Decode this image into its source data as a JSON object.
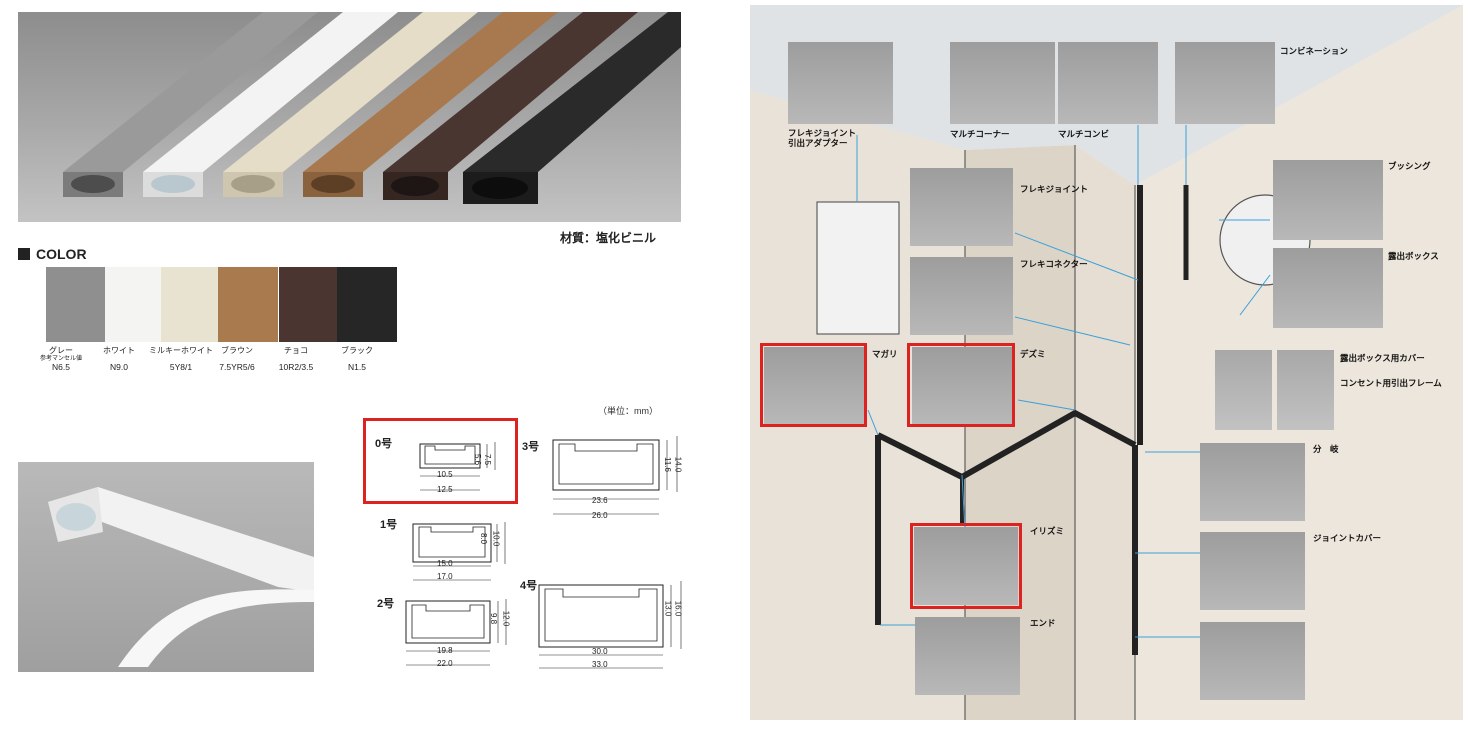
{
  "material": "材質：塩化ビニル",
  "color_section": {
    "title": "COLOR",
    "swatches": [
      {
        "name": "グレー",
        "sub": "参考マンセル値",
        "code": "N6.5",
        "color": "#8f8f8f"
      },
      {
        "name": "ホワイト",
        "sub": "",
        "code": "N9.0",
        "color": "#f4f4f2"
      },
      {
        "name": "ミルキーホワイト",
        "sub": "",
        "code": "5Y8/1",
        "color": "#e8e2d0"
      },
      {
        "name": "ブラウン",
        "sub": "",
        "code": "7.5YR5/6",
        "color": "#a87a4e"
      },
      {
        "name": "チョコ",
        "sub": "",
        "code": "10R2/3.5",
        "color": "#4a3530"
      },
      {
        "name": "ブラック",
        "sub": "",
        "code": "N1.5",
        "color": "#262626"
      }
    ]
  },
  "unit": "（単位：mm）",
  "sizes": [
    {
      "label": "0号",
      "inner_w": "10.5",
      "outer_w": "12.5",
      "inner_h": "5.6",
      "outer_h": "7.5"
    },
    {
      "label": "1号",
      "inner_w": "15.0",
      "outer_w": "17.0",
      "inner_h": "8.0",
      "outer_h": "10.0"
    },
    {
      "label": "2号",
      "inner_w": "19.8",
      "outer_w": "22.0",
      "inner_h": "9.8",
      "outer_h": "12.0"
    },
    {
      "label": "3号",
      "inner_w": "23.6",
      "outer_w": "26.0",
      "inner_h": "11.6",
      "outer_h": "14.0"
    },
    {
      "label": "4号",
      "inner_w": "30.0",
      "outer_w": "33.0",
      "inner_h": "13.0",
      "outer_h": "16.0"
    }
  ],
  "parts": {
    "flexi_adapter": "フレキジョイント\n引出アダプター",
    "multi_corner": "マルチコーナー",
    "multi_combi": "マルチコンビ",
    "combination": "コンビネーション",
    "flexi_joint": "フレキジョイント",
    "bushing": "ブッシング",
    "flexi_connector": "フレキコネクター",
    "exposed_box": "露出ボックス",
    "magari": "マガリ",
    "dezumi": "デズミ",
    "box_cover": "露出ボックス用カバー",
    "outlet_frame": "コンセント用引出フレーム",
    "branch": "分　岐",
    "irizumi": "イリズミ",
    "joint_cover": "ジョイントカバー",
    "end": "エンド"
  },
  "colors": {
    "highlight": "#d42222",
    "callout_line": "#3aa0d8"
  }
}
